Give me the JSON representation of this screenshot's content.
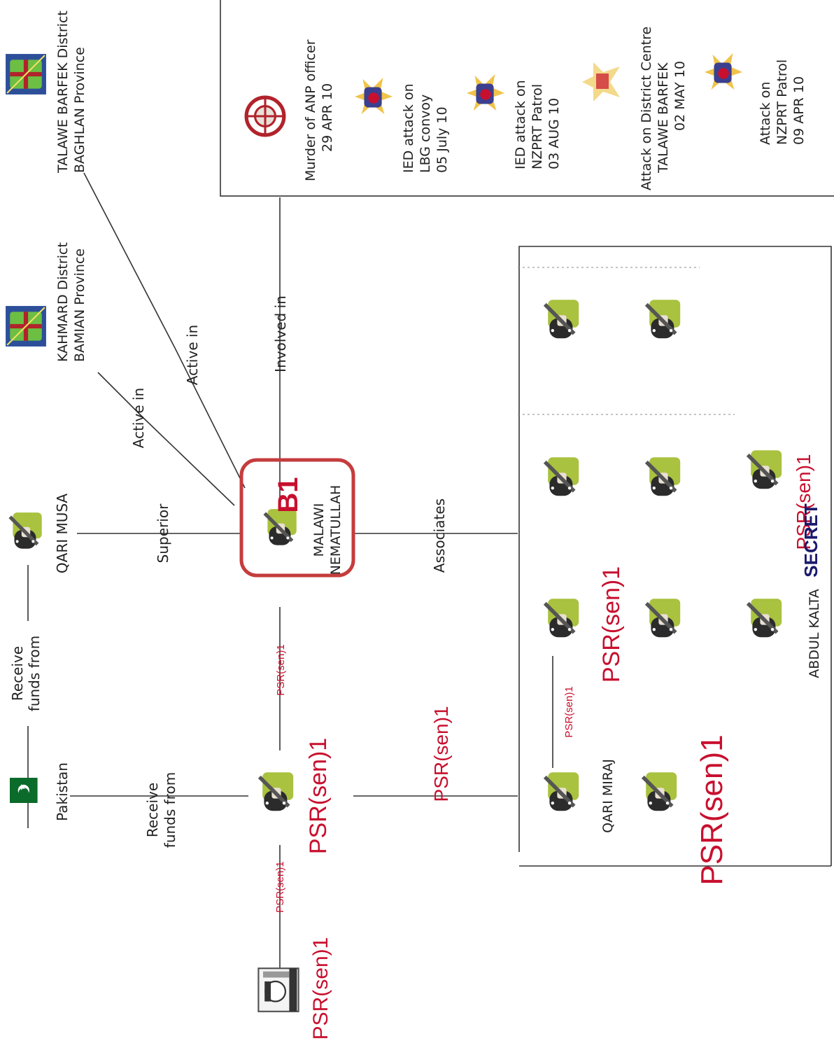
{
  "nodes": {
    "pakistan": "Pakistan",
    "qari_musa": "QARI MUSA",
    "kahmard": [
      "KAHMARD District",
      "BAMIAN Province"
    ],
    "talawe": [
      "TALAWE BARFEK District",
      "BAGHLAN Province"
    ],
    "malawi": [
      "MALAWI",
      "NEMATULLAH"
    ],
    "b1_tag": "B1",
    "qari_miraj": "QARI MIRAJ",
    "abdul_kalta": "ABDUL KALTA"
  },
  "edges": {
    "receive_funds_top": [
      "Receive",
      "funds from"
    ],
    "receive_funds_mid": [
      "Receive",
      "funds from"
    ],
    "superior": "Superior",
    "active_in_1": "Active in",
    "active_in_2": "Active in",
    "involved_in": "Involved in",
    "associates": "Associates"
  },
  "events": [
    [
      "Murder of ANP officer",
      "29 APR 10"
    ],
    [
      "IED attack on",
      "LBG convoy",
      "05 July 10"
    ],
    [
      "IED attack on",
      "NZPRT Patrol",
      "03 AUG 10"
    ],
    [
      "Attack on District Centre",
      "TALAWE BARFEK",
      "02 MAY 10"
    ],
    [
      "Attack on",
      "NZPRT Patrol",
      "09 APR 10"
    ]
  ],
  "redactions": {
    "small": "PSR(sen)1",
    "large": "PSR(sen)1",
    "classification_fragment": "SECRET"
  }
}
